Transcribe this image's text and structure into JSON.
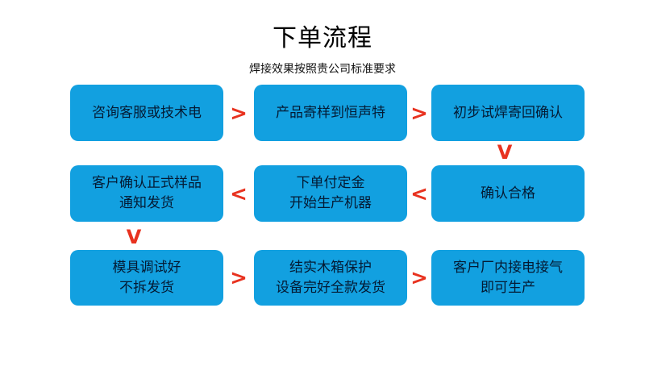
{
  "header": {
    "title": "下单流程",
    "subtitle": "焊接效果按照贵公司标准要求"
  },
  "colors": {
    "node_fill": "#12a0e0",
    "node_text": "#041a33",
    "arrow": "#e8321f",
    "background": "#ffffff",
    "title_text": "#000000"
  },
  "flow": {
    "rows": [
      {
        "nodes": [
          {
            "id": "step-1",
            "lines": [
              "咨询客服或技术电"
            ]
          },
          {
            "id": "step-2",
            "lines": [
              "产品寄样到恒声特"
            ]
          },
          {
            "id": "step-3",
            "lines": [
              "初步试焊寄回确认"
            ]
          }
        ]
      },
      {
        "nodes": [
          {
            "id": "step-6",
            "lines": [
              "客户确认正式样品",
              "通知发货"
            ]
          },
          {
            "id": "step-5",
            "lines": [
              "下单付定金",
              "开始生产机器"
            ]
          },
          {
            "id": "step-4",
            "lines": [
              "确认合格"
            ]
          }
        ]
      },
      {
        "nodes": [
          {
            "id": "step-7",
            "lines": [
              "模具调试好",
              "不拆发货"
            ]
          },
          {
            "id": "step-8",
            "lines": [
              "结实木箱保护",
              "设备完好全款发货"
            ]
          },
          {
            "id": "step-9",
            "lines": [
              "客户厂内接电接气",
              "即可生产"
            ]
          }
        ]
      }
    ],
    "connectors": [
      {
        "id": "connector-r1-1-2",
        "glyph": ">",
        "direction": "right"
      },
      {
        "id": "connector-r1-2-3",
        "glyph": ">",
        "direction": "right"
      },
      {
        "id": "connector-r1-3-to-r2-3",
        "glyph": "V",
        "direction": "down"
      },
      {
        "id": "connector-r2-3-2",
        "glyph": "<",
        "direction": "left"
      },
      {
        "id": "connector-r2-2-1",
        "glyph": "<",
        "direction": "left"
      },
      {
        "id": "connector-r2-1-to-r3-1",
        "glyph": "V",
        "direction": "down"
      },
      {
        "id": "connector-r3-1-2",
        "glyph": ">",
        "direction": "right"
      },
      {
        "id": "connector-r3-2-3",
        "glyph": ">",
        "direction": "right"
      }
    ]
  }
}
